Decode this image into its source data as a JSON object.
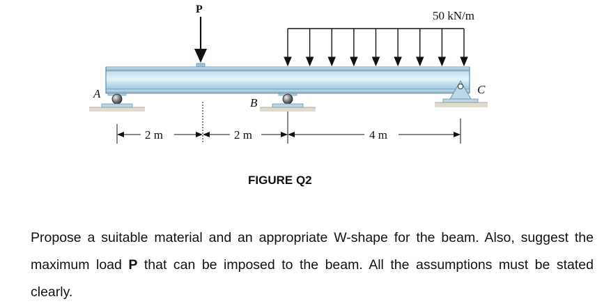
{
  "figure": {
    "load_label": "P",
    "distributed_load_label": "50 kN/m",
    "support_a_label": "A",
    "support_b_label": "B",
    "support_c_label": "C",
    "dimensions": [
      "2 m",
      "2 m",
      "4 m"
    ],
    "caption": "FIGURE Q2"
  },
  "question": {
    "part1": "Propose a suitable material and an appropriate W-shape for the beam. Also, suggest the maximum load ",
    "bold": "P",
    "part2": " that can be imposed to the beam. All the assumptions must be stated clearly."
  },
  "colors": {
    "beam_light": "#d7ecf6",
    "beam_mid": "#a9cfe3",
    "beam_dark": "#5f8ea8",
    "support": "#b9d7e7",
    "ground": "#c9c3b6"
  }
}
